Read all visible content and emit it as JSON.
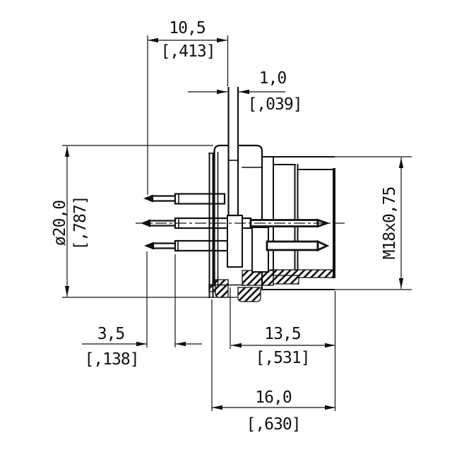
{
  "drawing": {
    "kind": "connector-technical-drawing",
    "background": "#ffffff",
    "line_color": "#111111",
    "dimensions": {
      "top_width": {
        "value": "10,5",
        "inch": "[,413]"
      },
      "terminal_width": {
        "value": "1,0",
        "inch": "[,039]"
      },
      "body_diameter": {
        "value": "ø20,0",
        "inch": "[,787]"
      },
      "thread": {
        "value": "M18x0,75"
      },
      "pin_exposed": {
        "value": "3,5",
        "inch": "[,138]"
      },
      "thread_length": {
        "value": "13,5",
        "inch": "[,531]"
      },
      "total_length": {
        "value": "16,0",
        "inch": "[,630]"
      }
    }
  }
}
